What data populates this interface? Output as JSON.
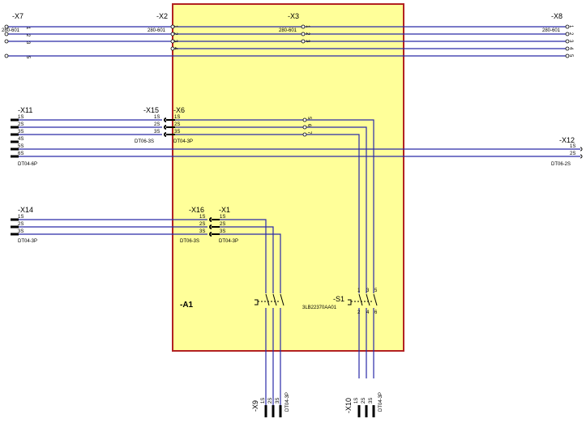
{
  "colors": {
    "wire": "#2a2aa8",
    "box_fill": "#ffff99",
    "box_stroke": "#b22222",
    "black": "#000000"
  },
  "component": {
    "label": "-A1"
  },
  "top_connectors": {
    "x7": {
      "name": "-X7",
      "part": "280-601",
      "pins": [
        "1",
        "2",
        "3",
        "",
        "5"
      ]
    },
    "x2": {
      "name": "-X2",
      "part": "280-601",
      "pins": [
        "1",
        "2",
        "3",
        "4"
      ]
    },
    "x3": {
      "name": "-X3",
      "part": "280-601",
      "pins": [
        "1",
        "2",
        "3"
      ]
    },
    "x8": {
      "name": "-X8",
      "part": "280-601",
      "pins": [
        "1",
        "2",
        "3",
        "4",
        "5"
      ]
    }
  },
  "mid_connectors": {
    "x11": {
      "name": "-X11",
      "part": "DT04-6P",
      "pins": [
        "1S",
        "2S",
        "3S",
        "4S",
        "5S",
        "6S"
      ]
    },
    "x15": {
      "name": "-X15",
      "part": "DT06-3S",
      "pins": [
        "1S",
        "2S",
        "3S"
      ]
    },
    "x6": {
      "name": "-X6",
      "part": "DT04-3P",
      "pins": [
        "1S",
        "2S",
        "3S"
      ]
    },
    "x6_right_pins": [
      "5",
      "6",
      "7"
    ],
    "x12": {
      "name": "-X12",
      "part": "DT06-2S",
      "pins": [
        "1S",
        "2S"
      ]
    }
  },
  "low_connectors": {
    "x14": {
      "name": "-X14",
      "part": "DT04-3P",
      "pins": [
        "1S",
        "2S",
        "3S"
      ]
    },
    "x16": {
      "name": "-X16",
      "part": "DT06-3S",
      "pins": [
        "1S",
        "2S",
        "3S"
      ]
    },
    "x1": {
      "name": "-X1",
      "part": "DT04-3P",
      "pins": [
        "1S",
        "2S",
        "3S"
      ]
    }
  },
  "switch_s1": {
    "name": "-S1",
    "part": "3LB22370AA01",
    "top_pins": [
      "1",
      "3",
      "5"
    ],
    "bottom_pins": [
      "2",
      "4",
      "6"
    ]
  },
  "bottom_connectors": {
    "x9": {
      "name": "-X9",
      "part": "DT04-3P",
      "pins": [
        "1S",
        "2S",
        "3S"
      ]
    },
    "x10": {
      "name": "-X10",
      "part": "DT04-3P",
      "pins": [
        "1S",
        "2S",
        "3S"
      ]
    }
  }
}
